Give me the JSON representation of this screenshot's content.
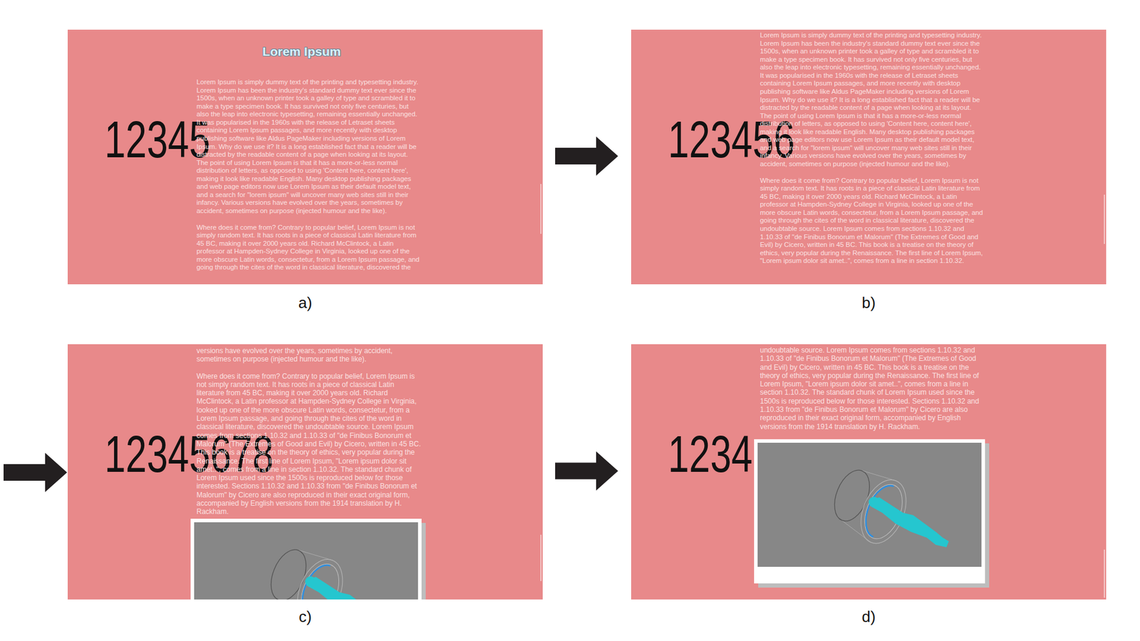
{
  "diagram": {
    "nodes": [
      {
        "text": [
          "Lorem Ipsum",
          "12345",
          "Lorem Ipsum is simply dummy text of the printing and typesetting industry. Lorem Ipsum has been the industry's standard dummy text ever since the 1500s, when an unknown printer took a galley of type and scrambled it to make a type specimen book. It has survived not only five centuries, but also the leap into electronic typesetting, remaining essentially unchanged. It was popularised in the 1960s with the release of Letraset sheets containing Lorem Ipsum passages, and more recently with desktop publishing software like Aldus PageMaker including versions of Lorem Ipsum. Why do we use it? It is a long established fact that a reader will be distracted by the readable content of a page when looking at its layout. The point of using Lorem Ipsum is that it has a more-or-less normal distribution of letters, as opposed to using 'Content here, content here', making it look like readable English. Many desktop publishing packages and web page editors now use Lorem Ipsum as their default model text, and a search for \"lorem ipsum\" will uncover many web sites still in their infancy. Various versions have evolved over the years, sometimes by accident, sometimes on purpose (injected humour and the like).",
          "Where does it come from? Contrary to popular belief, Lorem Ipsum is not simply random text. It has roots in a piece of classical Latin literature from 45 BC, making it over 2000 years old. Richard McClintock, a Latin professor at Hampden-Sydney College in Virginia, looked up one of the more obscure Latin words, consectetur, from a Lorem Ipsum passage, and going through the cites of the word in classical literature, discovered the",
          "a)"
        ]
      },
      {
        "text": [
          "123456",
          "Lorem Ipsum is simply dummy text of the printing and typesetting industry. Lorem Ipsum has been the industry's standard dummy text ever since the 1500s, when an unknown printer took a galley of type and scrambled it to make a type specimen book. It has survived not only five centuries, but also the leap into electronic typesetting, remaining essentially unchanged. It was popularised in the 1960s with the release of Letraset sheets containing Lorem Ipsum passages, and more recently with desktop publishing software like Aldus PageMaker including versions of Lorem Ipsum. Why do we use it? It is a long established fact that a reader will be distracted by the readable content of a page when looking at its layout. The point of using Lorem Ipsum is that it has a more-or-less normal distribution of letters, as opposed to using 'Content here, content here', making it look like readable English. Many desktop publishing packages and web page editors now use Lorem Ipsum as their default model text, and a search for \"lorem ipsum\" will uncover many web sites still in their infancy. Various versions have evolved over the years, sometimes by accident, sometimes on purpose (injected humour and the like).",
          "Where does it come from? Contrary to popular belief, Lorem Ipsum is not simply random text. It has roots in a piece of classical Latin literature from 45 BC, making it over 2000 years old. Richard McClintock, a Latin professor at Hampden-Sydney College in Virginia, looked up one of the more obscure Latin words, consectetur, from a Lorem Ipsum passage, and going through the cites of the word in classical literature, discovered the undoubtable source. Lorem Ipsum comes from sections 1.10.32 and 1.10.33 of \"de Finibus Bonorum et Malorum\" (The Extremes of Good and Evil) by Cicero, written in 45 BC. This book is a treatise on the theory of ethics, very popular during the Renaissance. The first line of Lorem Ipsum, \"Lorem ipsum dolor sit amet..\", comes from a line in section 1.10.32.",
          "b)"
        ]
      },
      {
        "text": [
          "12345678",
          "versions have evolved over the years, sometimes by accident, sometimes on purpose (injected humour and the like).",
          "Where does it come from? Contrary to popular belief, Lorem Ipsum is not simply random text. It has roots in a piece of classical Latin literature from 45 BC, making it over 2000 years old. Richard McClintock, a Latin professor at Hampden-Sydney College in Virginia, looked up one of the more obscure Latin words, consectetur, from a Lorem Ipsum passage, and going through the cites of the word in classical literature, discovered the undoubtable source. Lorem Ipsum comes from sections 1.10.32 and 1.10.33 of \"de Finibus Bonorum et Malorum\" (The Extremes of Good and Evil) by Cicero, written in 45 BC. This book is a treatise on the theory of ethics, very popular during the Renaissance. The first line of Lorem Ipsum, \"Lorem ipsum dolor sit amet..\", comes from a line in section 1.10.32. The standard chunk of Lorem Ipsum used since the 1500s is reproduced below for those interested. Sections 1.10.32 and 1.10.33 from \"de Finibus Bonorum et Malorum\" by Cicero are also reproduced in their exact original form, accompanied by English versions from the 1914 translation by H. Rackham.",
          "c)"
        ]
      },
      {
        "text": [
          "1234",
          "undoubtable source. Lorem Ipsum comes from sections 1.10.32 and 1.10.33 of \"de Finibus Bonorum et Malorum\" (The Extremes of Good and Evil) by Cicero, written in 45 BC. This book is a treatise on the theory of ethics, very popular during the Renaissance. The first line of Lorem Ipsum, \"Lorem ipsum dolor sit amet..\", comes from a line in section 1.10.32. The standard chunk of Lorem Ipsum used since the 1500s is reproduced below for those interested. Sections 1.10.32 and 1.10.33 from \"de Finibus Bonorum et Malorum\" by Cicero are also reproduced in their exact original form, accompanied by English versions from the 1914 translation by H. Rackham.",
          "d)"
        ]
      }
    ],
    "edges": [
      {
        "from": 0,
        "to": 1,
        "arrow": "to"
      },
      {
        "from": 2,
        "to": 3,
        "arrow": "to"
      }
    ]
  }
}
